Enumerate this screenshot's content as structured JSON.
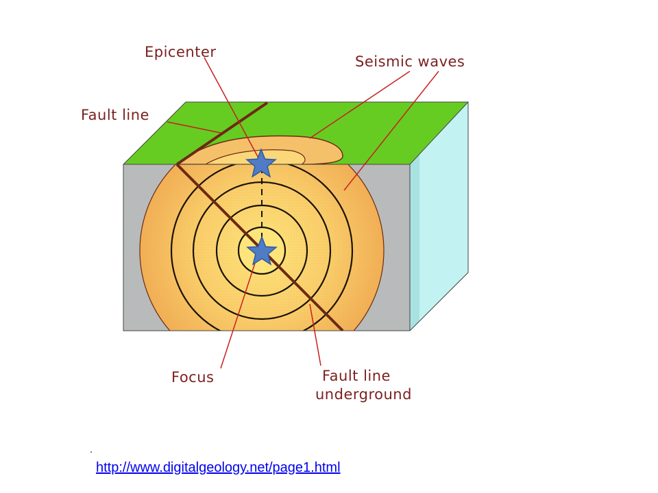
{
  "labels": {
    "epicenter": "Epicenter",
    "seismic_waves": "Seismic waves",
    "fault_line": "Fault line",
    "focus": "Focus",
    "fault_underground_line1": "Fault line",
    "fault_underground_line2": "underground"
  },
  "footer": {
    "dot": ".",
    "source_link": "http://www.digitalgeology.net/page1.html"
  },
  "colors": {
    "surface": "#66cc22",
    "front_face": "#b9bcbc",
    "side_face": "#bff4f2",
    "wave_outer": "#f2b35a",
    "wave_inner": "#fde07a",
    "fault": "#6b2a12",
    "leader": "#c81e1e",
    "star": "#4f7cc4"
  },
  "icons": {
    "epicenter_marker": "star-icon",
    "focus_marker": "star-icon"
  }
}
